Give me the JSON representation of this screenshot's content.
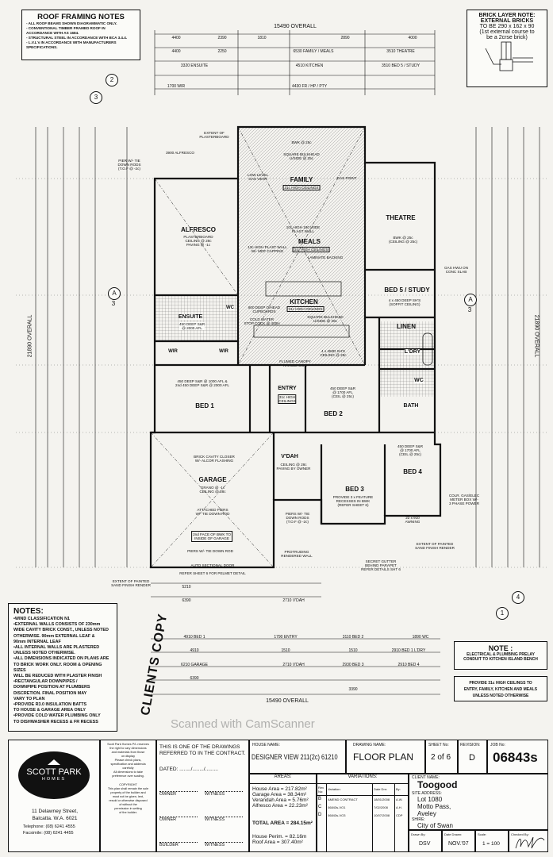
{
  "roof_notes": {
    "title": "ROOF FRAMING NOTES",
    "items": [
      "- ALL ROOF BEAMS SHOWN DIAGRAMMATIC ONLY.",
      "- CONVENTIONAL TIMBER FRAMED ROOF IN",
      "ACCORDANCE WITH AS 1684.",
      "- STRUCTURAL STEEL IN ACCORDANCE WITH BCA 3.4.4.",
      "- L.V.L's IN ACCORDANCE WITH MANUFACTURERS",
      "SPECIFICATIONS."
    ]
  },
  "brick_note": {
    "lines": [
      "BRICK LAYER NOTE:",
      "EXTERNAL BRICKS",
      "TO BE 290 x 162 x 90",
      "(1st external course to",
      "be a 2crse brick)"
    ]
  },
  "dimensions": {
    "top_overall": "15490 OVERALL",
    "bottom_overall": "15490 OVERALL",
    "left_overall": "21890 OVERALL",
    "right_overall": "21890 OVERALL",
    "top_row1": [
      "4400",
      "2390",
      "1810",
      "2890",
      "4000"
    ],
    "top_row2": [
      "4400",
      "2250",
      "6530 FAMILY / MEALS",
      "3510 THEATRE"
    ],
    "top_row3": [
      "3320 ENSUITE",
      "4510 KITCHEN",
      "3510 BED 5 / STUDY"
    ],
    "top_row4": [
      "1700 WIR",
      "4430 FR / HP / PTY"
    ],
    "bottom_row1": [
      "4910 BED 1",
      "1790 ENTRY",
      "3110 BED 2",
      "1890 WC"
    ],
    "bottom_row2": [
      "4910",
      "1510",
      "1510",
      "2910 BED 1 L'DRY"
    ],
    "bottom_row3": [
      "6210 GARAGE",
      "2710 V'DAH",
      "2930 BED 3",
      "2910 BED 4"
    ],
    "bottom_row4": [
      "6390",
      "3390"
    ],
    "mid_left": [
      "5210",
      "6390",
      "2710 V'DAH"
    ]
  },
  "markers": {
    "section_a": "A",
    "section_a_num": "3",
    "view2": "2",
    "view3": "3",
    "view1": "1",
    "view4": "4"
  },
  "rooms": [
    {
      "name": "FAMILY",
      "note": "31c HIGH CEILINGS"
    },
    {
      "name": "MEALS",
      "note": "31c HIGH CEILINGS"
    },
    {
      "name": "KITCHEN",
      "note": "31c HIGH CEILINGS"
    },
    {
      "name": "ALFRESCO",
      "note": "PLASTERBOARD\nCEILING @ 28c\nPAVING @ -1c"
    },
    {
      "name": "THEATRE",
      "note": "BWK @ 25c\n(CEILING @ 25c)"
    },
    {
      "name": "BED 5 / STUDY",
      "note": "4 x 450 DEEP SH'S\n(SOFFIT CEILING)"
    },
    {
      "name": "LINEN",
      "note": ""
    },
    {
      "name": "ENSUITE",
      "note": "450 DEEP S&R\n@ 2000 AFL"
    },
    {
      "name": "WC",
      "note": ""
    },
    {
      "name": "WIR",
      "note": ""
    },
    {
      "name": "WIR",
      "note": ""
    },
    {
      "name": "BED 1",
      "note": "450 DEEP S&R @ 1000 AFL &\n2nd 450 DEEP S&R @ 2000 AFL"
    },
    {
      "name": "ENTRY",
      "note": "31c HIGH\nCEILINGS"
    },
    {
      "name": "BED 2",
      "note": "450 DEEP S&R\n@ 1700 AFL\n(CEIL @ 25c)"
    },
    {
      "name": "L'DRY",
      "note": ""
    },
    {
      "name": "WC",
      "note": ""
    },
    {
      "name": "BATH",
      "note": ""
    },
    {
      "name": "GARAGE",
      "note": "GRANO @ -1c\nCEILING @ 28c"
    },
    {
      "name": "V'DAH",
      "note": "CEILING @ 28c\nPAVING BY OWNER"
    },
    {
      "name": "BED 3",
      "note": "PROVIDE 3 x FEATURE\nRECESSES IN BWK\n(REFER SHEET 6)"
    },
    {
      "name": "BED 4",
      "note": "450 DEEP S&R\n@ 1700 AFL\n(CEIL @ 25c)"
    }
  ],
  "annotations": [
    "EXTENT OF\nPLASTERBOARD",
    "3900 ALFRESCO",
    "PIER W/- TIE\nDOWN RODS\n(T.O.F @ -2c)",
    "SQUARE BULKHEAD\nU/SIDE @ 25c",
    "BWK @ 25c",
    "LOW LEVEL\nGAS VENT",
    "GAS POINT",
    "10c HIGH 190 WIDE\nPLAST WALL",
    "13c HIGH PLAST WALL\nW/- MDF CAPPING",
    "LAMINATE BACKING",
    "800 DEEP O/HEAD\nCUPBOARDS",
    "COLD WATER\nSTOP COCK @ 400H",
    "SQUARE BULKHEAD\nU/SIDE @ 28c",
    "FLUMED CANOPY\nRANGEHOOD",
    "4 x 450D SH'S\nCEILING @ 28c",
    "GAS HWU ON\nCONC SLAB",
    "BRICK CAVITY CLOSER\nW/- ALCOR FLASHING",
    "ATTACHED PIERS\nW/- TIE DOWN ROD",
    "2nd FACE OF BWK TO\nINSIDE OF GARAGE",
    "PIERS W/- TIE DOWN ROD",
    "AUTO SECTIONAL DOOR",
    "REFER SHEET 6 FOR PELMET DETAIL",
    "PIERS W/- TIE\nDOWN RODS\n(T.O.F @ -2c)",
    "PROTRUDING\nRENDERED WALL",
    "SECRET GUTTER\nBEHIND PARAPET\nREFER DETAILS SHT 6",
    "EXTENT OF PAINTED\nSAND FINISH RENDER",
    "EXTENT OF PAINTED\nSAND FINISH RENDER",
    "22 x 910\nAWNING",
    "COLR. GAS/ELEC\nMETER BOX W/-\n3 PHASE POWER"
  ],
  "clients_copy": "CLIENTS COPY",
  "notes": {
    "title": "NOTES:",
    "items": [
      "•WIND CLASSIFICATION N1",
      "•EXTERNAL WALLS CONSISTS OF 230mm",
      "WIDE CAVITY BRICK CONST., UNLESS NOTED",
      "OTHERWISE. 90mm EXTERNAL LEAF &",
      "90mm INTERNAL LEAF",
      "•ALL INTERNAL WALLS ARE PLASTERED",
      "UNLESS NOTED OTHERWISE.",
      "•ALL DIMENSIONS INDICATED ON PLANS ARE",
      "TO BRICK WORK ONLY. ROOM & OPENING SIZES",
      "WILL BE REDUCED WITH PLASTER FINISH",
      "•RECTANGULAR DOWNPIPES /",
      "DOWNPIPE POSITION AT PLUMBERS",
      "DISCRETION. FINAL POSITION MAY",
      "VARY TO PLAN",
      "•PROVIDE R3.0 INSULATION BATTS",
      "TO HOUSE & GARAGE AREA ONLY",
      "•PROVIDE COLD WATER PLUMBING ONLY",
      "TO DISHWASHER RECESS & FR RECESS"
    ]
  },
  "note_box1": {
    "title": "NOTE :",
    "lines": [
      "ELECTRICAL & PLUMBING PRELAY",
      "CONDUIT TO KITCHEN ISLAND BENCH"
    ]
  },
  "note_box2": {
    "lines": [
      "PROVIDE 31c HIGH CEILINGS TO",
      "ENTRY, FAMILY, KITCHEN AND MEALS",
      "UNLESS NOTED OTHERWISE"
    ]
  },
  "title_block": {
    "company": {
      "name": "SCOTT PARK",
      "sub": "HOMES",
      "address1": "11 Delawney Street,",
      "address2": "Balcatta. W.A. 6021",
      "telephone": "Telephone: (08) 6241 4555",
      "facsimile": "Facsimile: (08) 6241 4455"
    },
    "disclaimer": [
      "Scott Park Homes P/L reserves",
      "the right to vary dimensions",
      "and materials from those",
      "on display",
      "Please check plans,",
      "specification and addenda",
      "carefully",
      "All dimensions to take",
      "preference over scaling."
    ],
    "copyright": [
      "COPYRIGHT",
      "This plan shall remain the sole",
      "property of the builder and",
      "must not be given, lent,",
      "resold or otherwise disposed",
      "of without the",
      "permission in writing",
      "of the builder."
    ],
    "contract": {
      "text1": "THIS IS ONE OF THE DRAWINGS",
      "text2": "REFERRED TO IN THE CONTRACT.",
      "dated": "DATED: ......../......../.........",
      "owner1": "OWNER",
      "witness1": "WITNESS",
      "owner2": "OWNER",
      "witness2": "WITNESS",
      "builder": "BUILDER",
      "witness3": "WITNESS"
    },
    "house_name_label": "HOUSE NAME:",
    "house_name": "DESIGNER VIEW 211(2c) 61210",
    "drawing_name_label": "DRAWING NAME:",
    "drawing_name": "FLOOR PLAN",
    "sheet_label": "SHEET No:",
    "sheet": "2 of 6",
    "revision_label": "REVISION:",
    "revision": "D",
    "job_label": "JOB No:",
    "job": "06843s",
    "areas_label": "AREAS:",
    "areas": [
      "House Area = 217.82m²",
      "Garage Area = 38.34m²",
      "Verandah Area = 5.76m²",
      "Alfresco Area = 22.23m²"
    ],
    "total_area": "TOTAL AREA = 284.15m²",
    "house_perim": "House Perim. = 82.16m",
    "roof_area": "Roof Area = 307.40m²",
    "variations_label": "VARIATIONS:",
    "variation_headers": [
      "Rev No:",
      "Variation:",
      "Date Drn:",
      "By:"
    ],
    "variations": [
      [
        "B",
        "AMEND CONTRACT",
        "18/01/2008",
        "A.W."
      ],
      [
        "C",
        "06843s-VO1",
        "7/02/2008",
        "A.H."
      ],
      [
        "D",
        "06843s-VO3",
        "10/07/2008",
        "CDP"
      ]
    ],
    "client_label": "CLIENT NAME:",
    "client": "Toogood",
    "site_label": "SITE ADDRESS:",
    "site1": "Lot 1080",
    "site2": "Motto Pass,",
    "site3": "Aveley",
    "shire_label": "SHIRE:",
    "shire": "City of Swan",
    "drawn_by_label": "Drawn By:",
    "drawn_by": "DSV",
    "date_drawn_label": "Date Drawn:",
    "date_drawn": "NOV.'07",
    "scale_label": "Scale:",
    "scale": "1 = 100",
    "checked_label": "Checked By:"
  },
  "watermark": "Scanned with CamScanner"
}
